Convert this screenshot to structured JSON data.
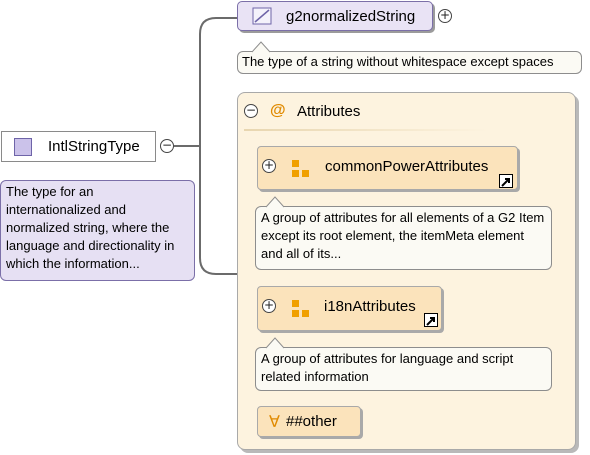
{
  "root": {
    "name": "IntlStringType",
    "description": "The type for an internationalized and normalized string, where the language and directionality in which the information..."
  },
  "base": {
    "name": "g2normalizedString",
    "description": "The type of a string without whitespace except spaces"
  },
  "attributes": {
    "title": "Attributes",
    "at_symbol": "@",
    "groups": [
      {
        "name": "commonPowerAttributes",
        "description": "A group of attributes for all elements of a G2 Item except its root element, the itemMeta element and all of its..."
      },
      {
        "name": "i18nAttributes",
        "description": "A group of attributes for language and script related information"
      }
    ],
    "any_symbol": "∀",
    "any_label": "##other"
  },
  "colors": {
    "type_square": "#cbc2ea",
    "attr_panel": "#fdf3df",
    "attr_group": "#fbe3bb",
    "group_icon": "#f0a000",
    "description_purple": "#e6e0f3"
  },
  "icons": {
    "collapse": "minus-circle-icon",
    "expand": "plus-circle-icon",
    "link": "jump-arrow-icon"
  }
}
